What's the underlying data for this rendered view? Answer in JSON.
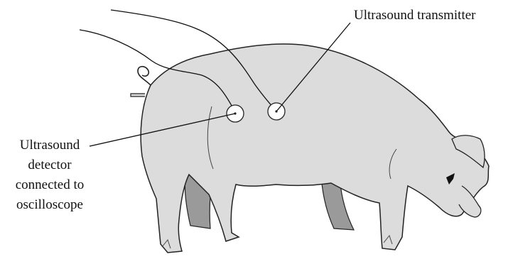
{
  "labels": {
    "transmitter": "Ultrasound transmitter",
    "detector": [
      "Ultrasound",
      "detector",
      "connected to",
      "oscilloscope"
    ]
  },
  "colors": {
    "body": "#dcdcdc",
    "far_legs": "#9a9a9a",
    "outline": "#222222",
    "eye": "#111111"
  }
}
